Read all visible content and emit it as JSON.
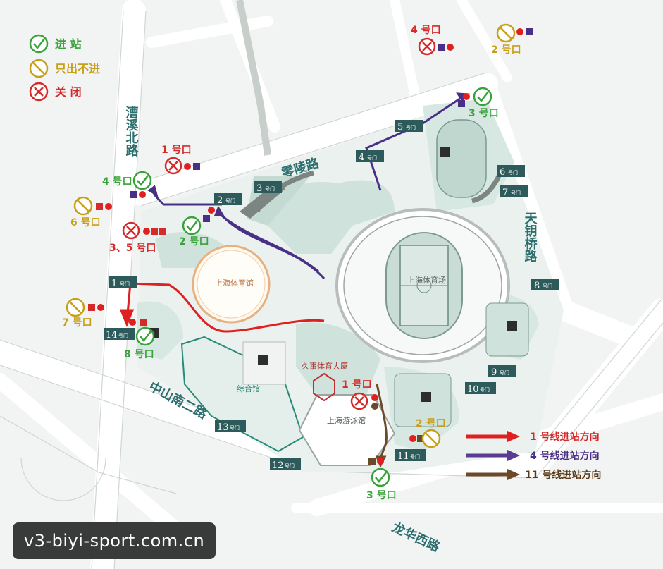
{
  "legend": [
    {
      "status": "enter",
      "label": "进 站"
    },
    {
      "status": "exit_only",
      "label": "只出不进"
    },
    {
      "status": "closed",
      "label": "关 闭"
    }
  ],
  "roads": {
    "caoxi_north": "漕溪北路",
    "lingling": "零陵路",
    "tianyao_bridge": "天钥桥路",
    "zhongshan_south_2": "中山南二路",
    "longhua_west": "龙华西路"
  },
  "venues": {
    "stadium": "上海体育场",
    "gymnasium": "上海体育馆",
    "swimming": "上海游泳馆",
    "hotel": "久事体育大厦",
    "complex": "综合馆"
  },
  "station_exits": {
    "exit_1_top": "1 号口",
    "exit_2_mid": "2 号口",
    "exit_3_5": "3、5 号口",
    "exit_4_left": "4 号口",
    "exit_6": "6 号口",
    "exit_7": "7 号口",
    "exit_8": "8 号口",
    "exit_4_top": "4 号口",
    "exit_2_topright": "2 号口",
    "exit_3_right": "3 号口",
    "exit_1_bottom": "1 号口",
    "exit_2_bottom": "2 号口",
    "exit_3_bottom": "3 号口"
  },
  "gates": [
    {
      "num": "1"
    },
    {
      "num": "2"
    },
    {
      "num": "3"
    },
    {
      "num": "4"
    },
    {
      "num": "5"
    },
    {
      "num": "6"
    },
    {
      "num": "7"
    },
    {
      "num": "8"
    },
    {
      "num": "9"
    },
    {
      "num": "10"
    },
    {
      "num": "11"
    },
    {
      "num": "12"
    },
    {
      "num": "13"
    },
    {
      "num": "14"
    }
  ],
  "gate_suffix": "号门",
  "route_legend": [
    {
      "label": "1 号线进站方向",
      "color": "#e02020"
    },
    {
      "label": "4 号线进站方向",
      "color": "#5a3a92"
    },
    {
      "label": "11 号线进站方向",
      "color": "#6b4a2a"
    }
  ],
  "watermark": "v3-biyi-sport.com.cn",
  "colors": {
    "enter": "#3aa23a",
    "exit_only": "#c8a018",
    "closed": "#d42a2a",
    "gate_sign": "#2d5a5a",
    "road_label": "#2d6e6e"
  }
}
